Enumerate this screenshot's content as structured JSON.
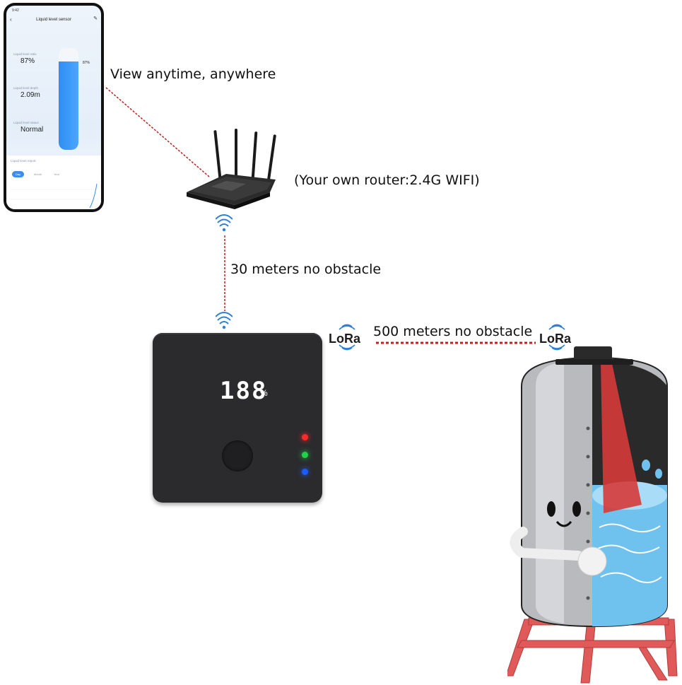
{
  "captions": {
    "view_anywhere": "View anytime, anywhere",
    "router": "(Your own router:2.4G WIFI)",
    "wifi_distance": "30 meters no obstacle",
    "lora_distance": "500 meters no obstacle"
  },
  "lora_label": "LoRa",
  "phone_app": {
    "status_time": "9:42",
    "title": "Liquid level sensor",
    "level_ratio_label": "Liquid level ratio",
    "level_ratio_value": "87%",
    "level_depth_label": "Liquid level depth",
    "level_depth_value": "2.09m",
    "level_status_label": "Liquid level status",
    "level_status_value": "Normal",
    "bar_percent_label": "87%",
    "bar_fill": 0.87,
    "report_title": "Liquid level report",
    "period_tabs": [
      "Day",
      "Month",
      "Year"
    ],
    "active_period": "Day"
  },
  "hub": {
    "display": "188",
    "unit": "%",
    "leds": [
      "#ff2a2a",
      "#22d14a",
      "#1a5cff"
    ]
  },
  "colors": {
    "link_line": "#c21f1f",
    "wifi_icon": "#2f7fd6",
    "lora_icon": "#2f7fd6",
    "hub_body": "#2b2b2d",
    "tank_body": "#b9babd",
    "tank_stand": "#e05a5a",
    "water": "#6fc1ee"
  }
}
